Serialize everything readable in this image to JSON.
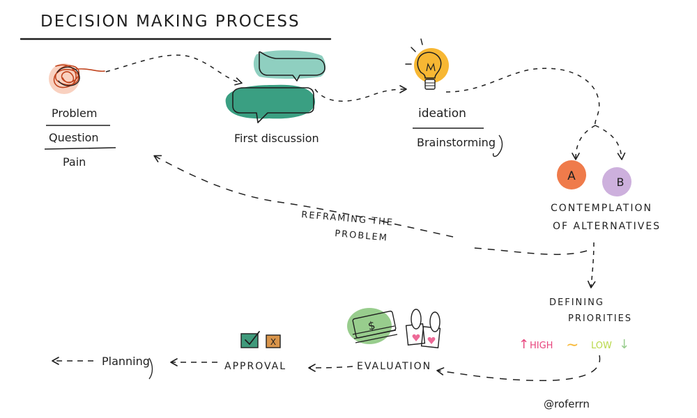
{
  "title": "DECISION MAKING PROCESS",
  "nodes": {
    "problem": {
      "lines": [
        "Problem",
        "Question",
        "Pain"
      ]
    },
    "discussion": {
      "label": "First discussion"
    },
    "ideation": {
      "label": "ideation",
      "sub": "Brainstorming"
    },
    "alternatives": {
      "a": "A",
      "b": "B",
      "line1": "CONTEMPLATION",
      "line2": "OF ALTERNATIVES"
    },
    "reframing": {
      "line1": "REFRAMING THE",
      "line2": "PROBLEM"
    },
    "priorities": {
      "line1": "DEFINING",
      "line2": "PRIORITIES",
      "high": "HIGH",
      "low": "LOW",
      "up_arrow": "↑",
      "tilde": "∼",
      "down_arrow": "↓"
    },
    "evaluation": {
      "label": "EVALUATION",
      "dollar": "$"
    },
    "approval": {
      "label": "APPROVAL",
      "x_mark": "X"
    },
    "planning": {
      "label": "Planning"
    }
  },
  "credit": "@roferrn",
  "colors": {
    "ink": "#1f1f1f",
    "orange": "#ef7b4b",
    "teal_light": "#8fcfc0",
    "teal_dark": "#3a9f82",
    "yellow": "#f7b733",
    "purple": "#cdb0dd",
    "green_money": "#98cd8d",
    "pink": "#e8457d",
    "lime": "#b9d94a",
    "approval_green": "#3f9a7b",
    "approval_orange": "#d8944a"
  }
}
